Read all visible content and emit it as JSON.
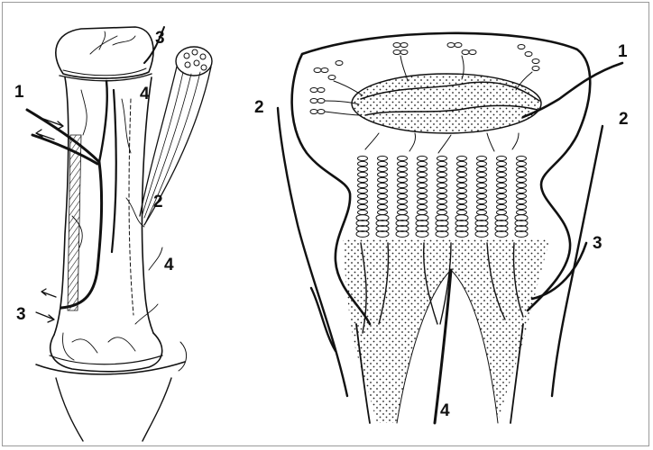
{
  "left_panel": {
    "labels": {
      "top_right": "3",
      "upper_right": "4",
      "left_upper": "1",
      "mid_right": "2",
      "lower_right": "4",
      "left_lower": "3"
    }
  },
  "right_panel": {
    "labels": {
      "top_right": "1",
      "left": "2",
      "right": "2",
      "lower_right": "3",
      "bottom": "4"
    }
  },
  "colors": {
    "ink": "#111111",
    "frame": "#9a9a9a",
    "background": "#ffffff"
  }
}
